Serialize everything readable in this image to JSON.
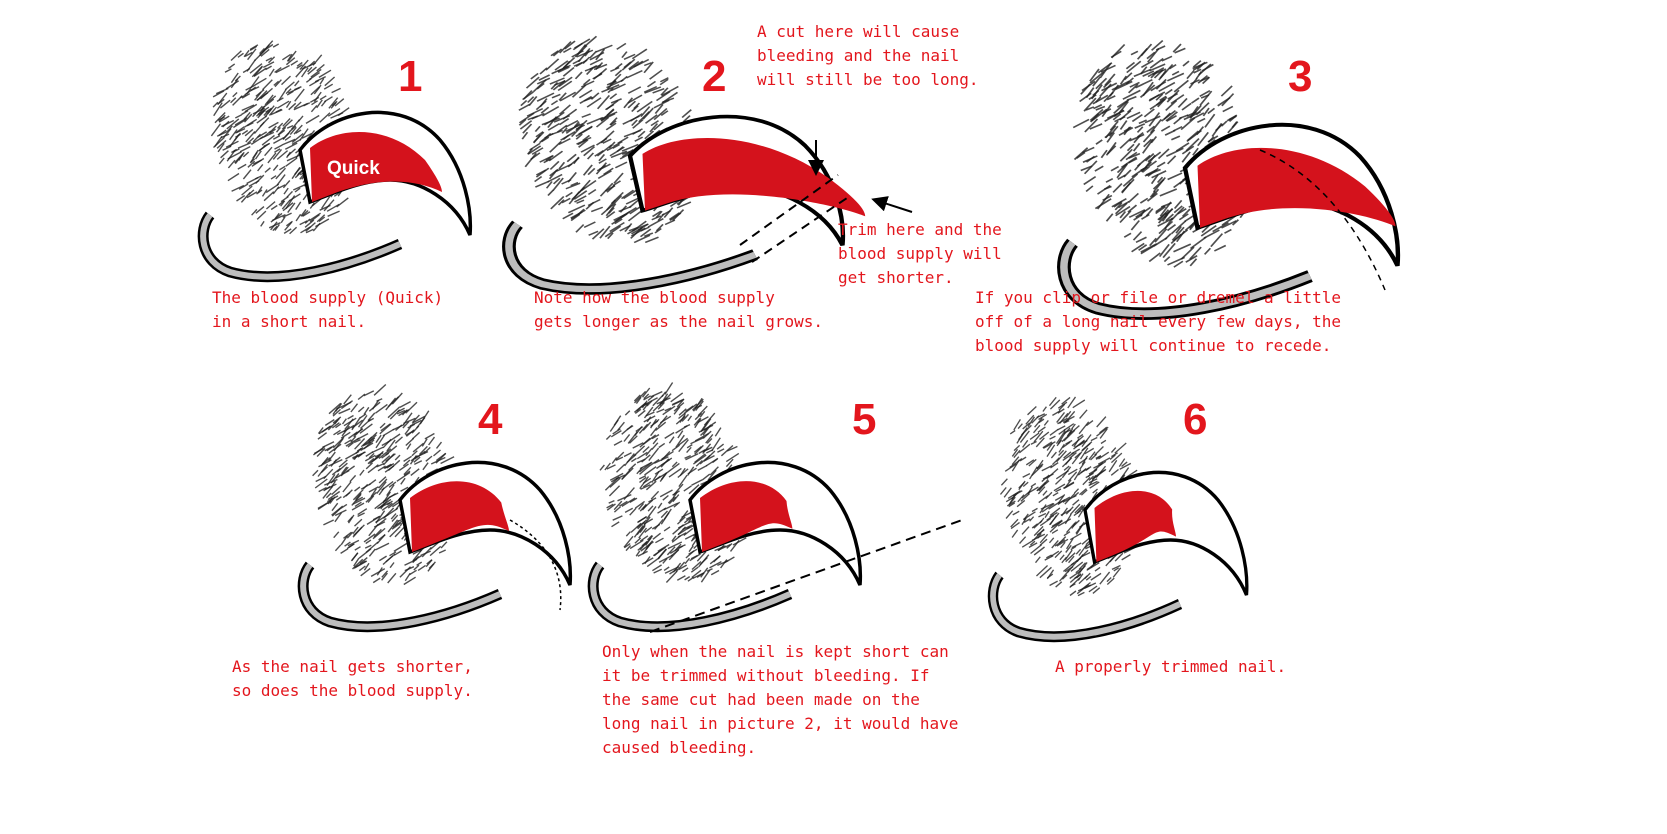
{
  "colors": {
    "accent_red": "#e3161d",
    "quick_red": "#d4121c",
    "fur": "#222222",
    "pad": "#bdbdbd"
  },
  "panels": [
    {
      "number": "1",
      "quick_label": "Quick",
      "caption": [
        "The blood supply (Quick)",
        "in a short nail."
      ]
    },
    {
      "number": "2",
      "caption": [
        "Note how the blood supply",
        "gets longer as the nail grows."
      ],
      "note_top": [
        "A cut here will cause",
        "bleeding and the nail",
        "will still be too long."
      ],
      "note_trim": [
        "Trim here and the",
        "blood supply will",
        "get shorter."
      ]
    },
    {
      "number": "3",
      "caption": [
        "If you clip or file or dremel a little",
        "off of a long nail every few days, the",
        "blood supply will continue to recede."
      ]
    },
    {
      "number": "4",
      "caption": [
        "As the nail gets shorter,",
        "so does the blood supply."
      ]
    },
    {
      "number": "5",
      "caption": [
        "Only when the nail is kept short can",
        "it be trimmed without bleeding. If",
        "the same cut had been made on the",
        "long nail in picture 2, it would have",
        "caused bleeding."
      ]
    },
    {
      "number": "6",
      "caption": [
        "A properly trimmed nail."
      ]
    }
  ]
}
